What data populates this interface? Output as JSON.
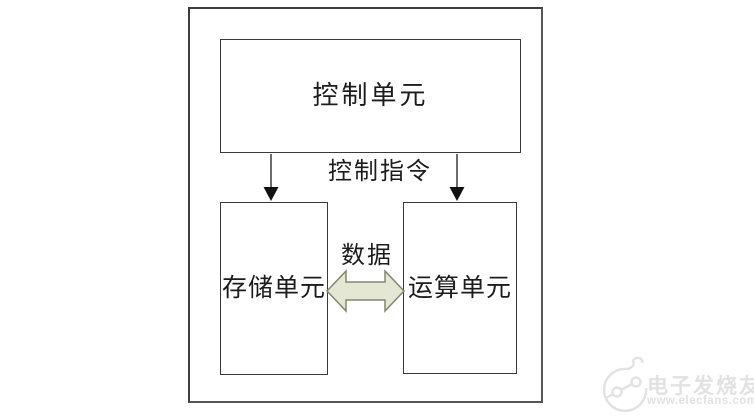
{
  "diagram": {
    "type": "block-diagram",
    "nodes": {
      "control_unit": {
        "label": "控制单元"
      },
      "storage_unit": {
        "label": "存储单元"
      },
      "compute_unit": {
        "label": "运算单元"
      }
    },
    "edge_labels": {
      "control_instruction": "控制指令",
      "data": "数据"
    },
    "edges": [
      {
        "from": "control_unit",
        "to": "storage_unit",
        "type": "arrow-down",
        "label": "控制指令"
      },
      {
        "from": "control_unit",
        "to": "compute_unit",
        "type": "arrow-down",
        "label": "控制指令"
      },
      {
        "from": "storage_unit",
        "to": "compute_unit",
        "type": "double-arrow",
        "label": "数据"
      }
    ],
    "colors": {
      "background": "#ffffff",
      "frame_border": "#565656",
      "box_border": "#3a3a3a",
      "text": "#1c1c1c",
      "arrow_line": "#3a3a3a",
      "arrow_head": "#111111",
      "double_arrow_fill": "#e4e7d3",
      "double_arrow_stroke": "#85856f",
      "watermark": "#e2e2e2"
    }
  },
  "watermark": {
    "brand": "电子发烧友",
    "url": "www.elecfans.com",
    "logo": "elecfans-circuit-logo"
  }
}
